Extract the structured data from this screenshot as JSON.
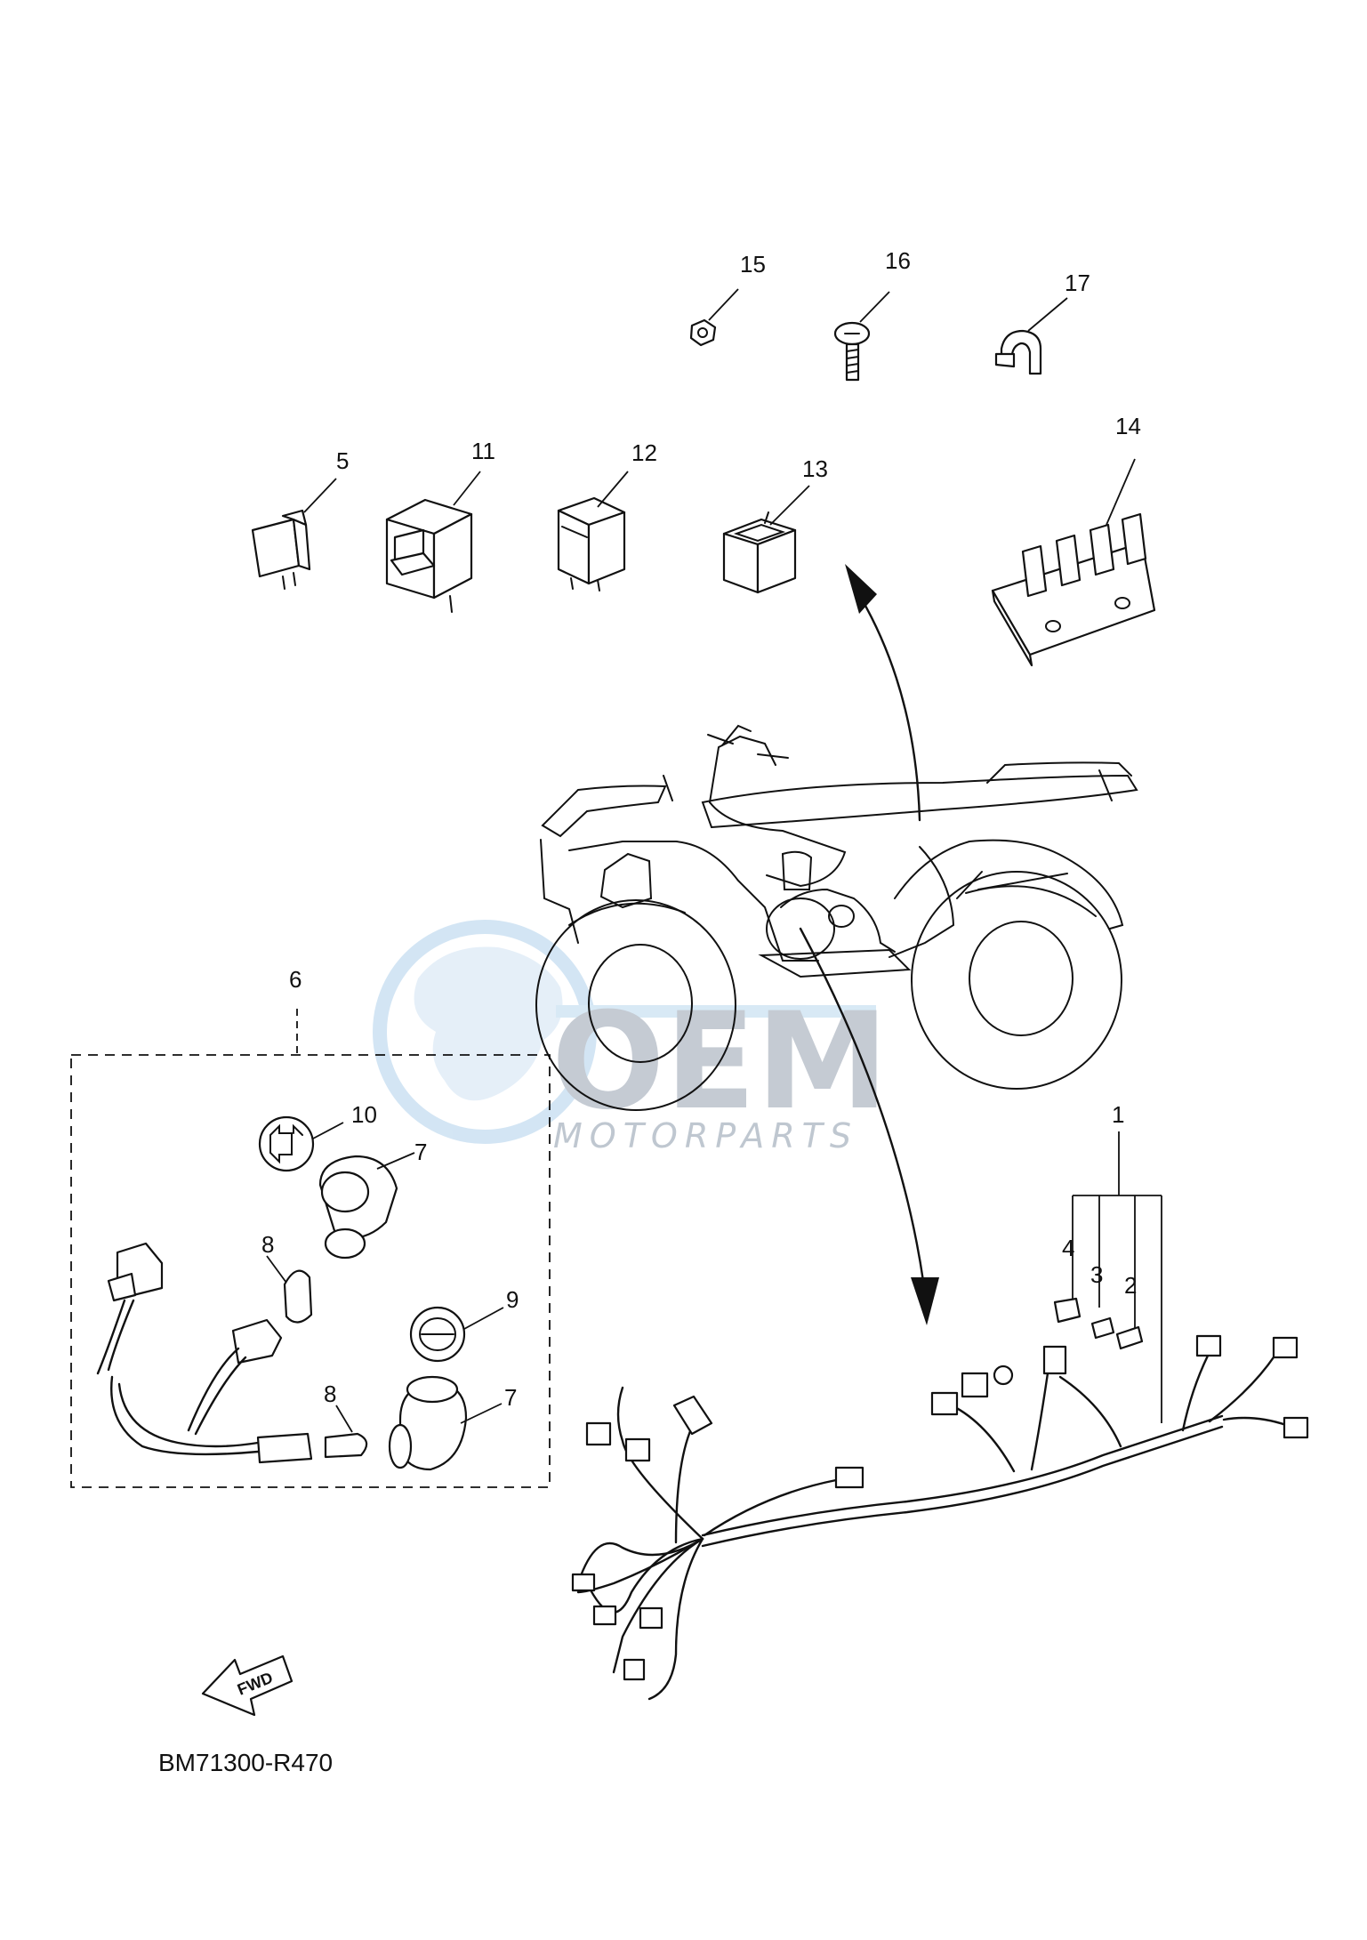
{
  "diagram_code": "BM71300-R470",
  "fwd_label": "FWD",
  "watermark": {
    "brand": "OEM",
    "sub": "MOTORPARTS"
  },
  "callouts": {
    "c1": "1",
    "c2": "2",
    "c3": "3",
    "c4": "4",
    "c5": "5",
    "c6": "6",
    "c7a": "7",
    "c7b": "7",
    "c8a": "8",
    "c8b": "8",
    "c9": "9",
    "c10": "10",
    "c11": "11",
    "c12": "12",
    "c13": "13",
    "c14": "14",
    "c15": "15",
    "c16": "16",
    "c17": "17"
  }
}
